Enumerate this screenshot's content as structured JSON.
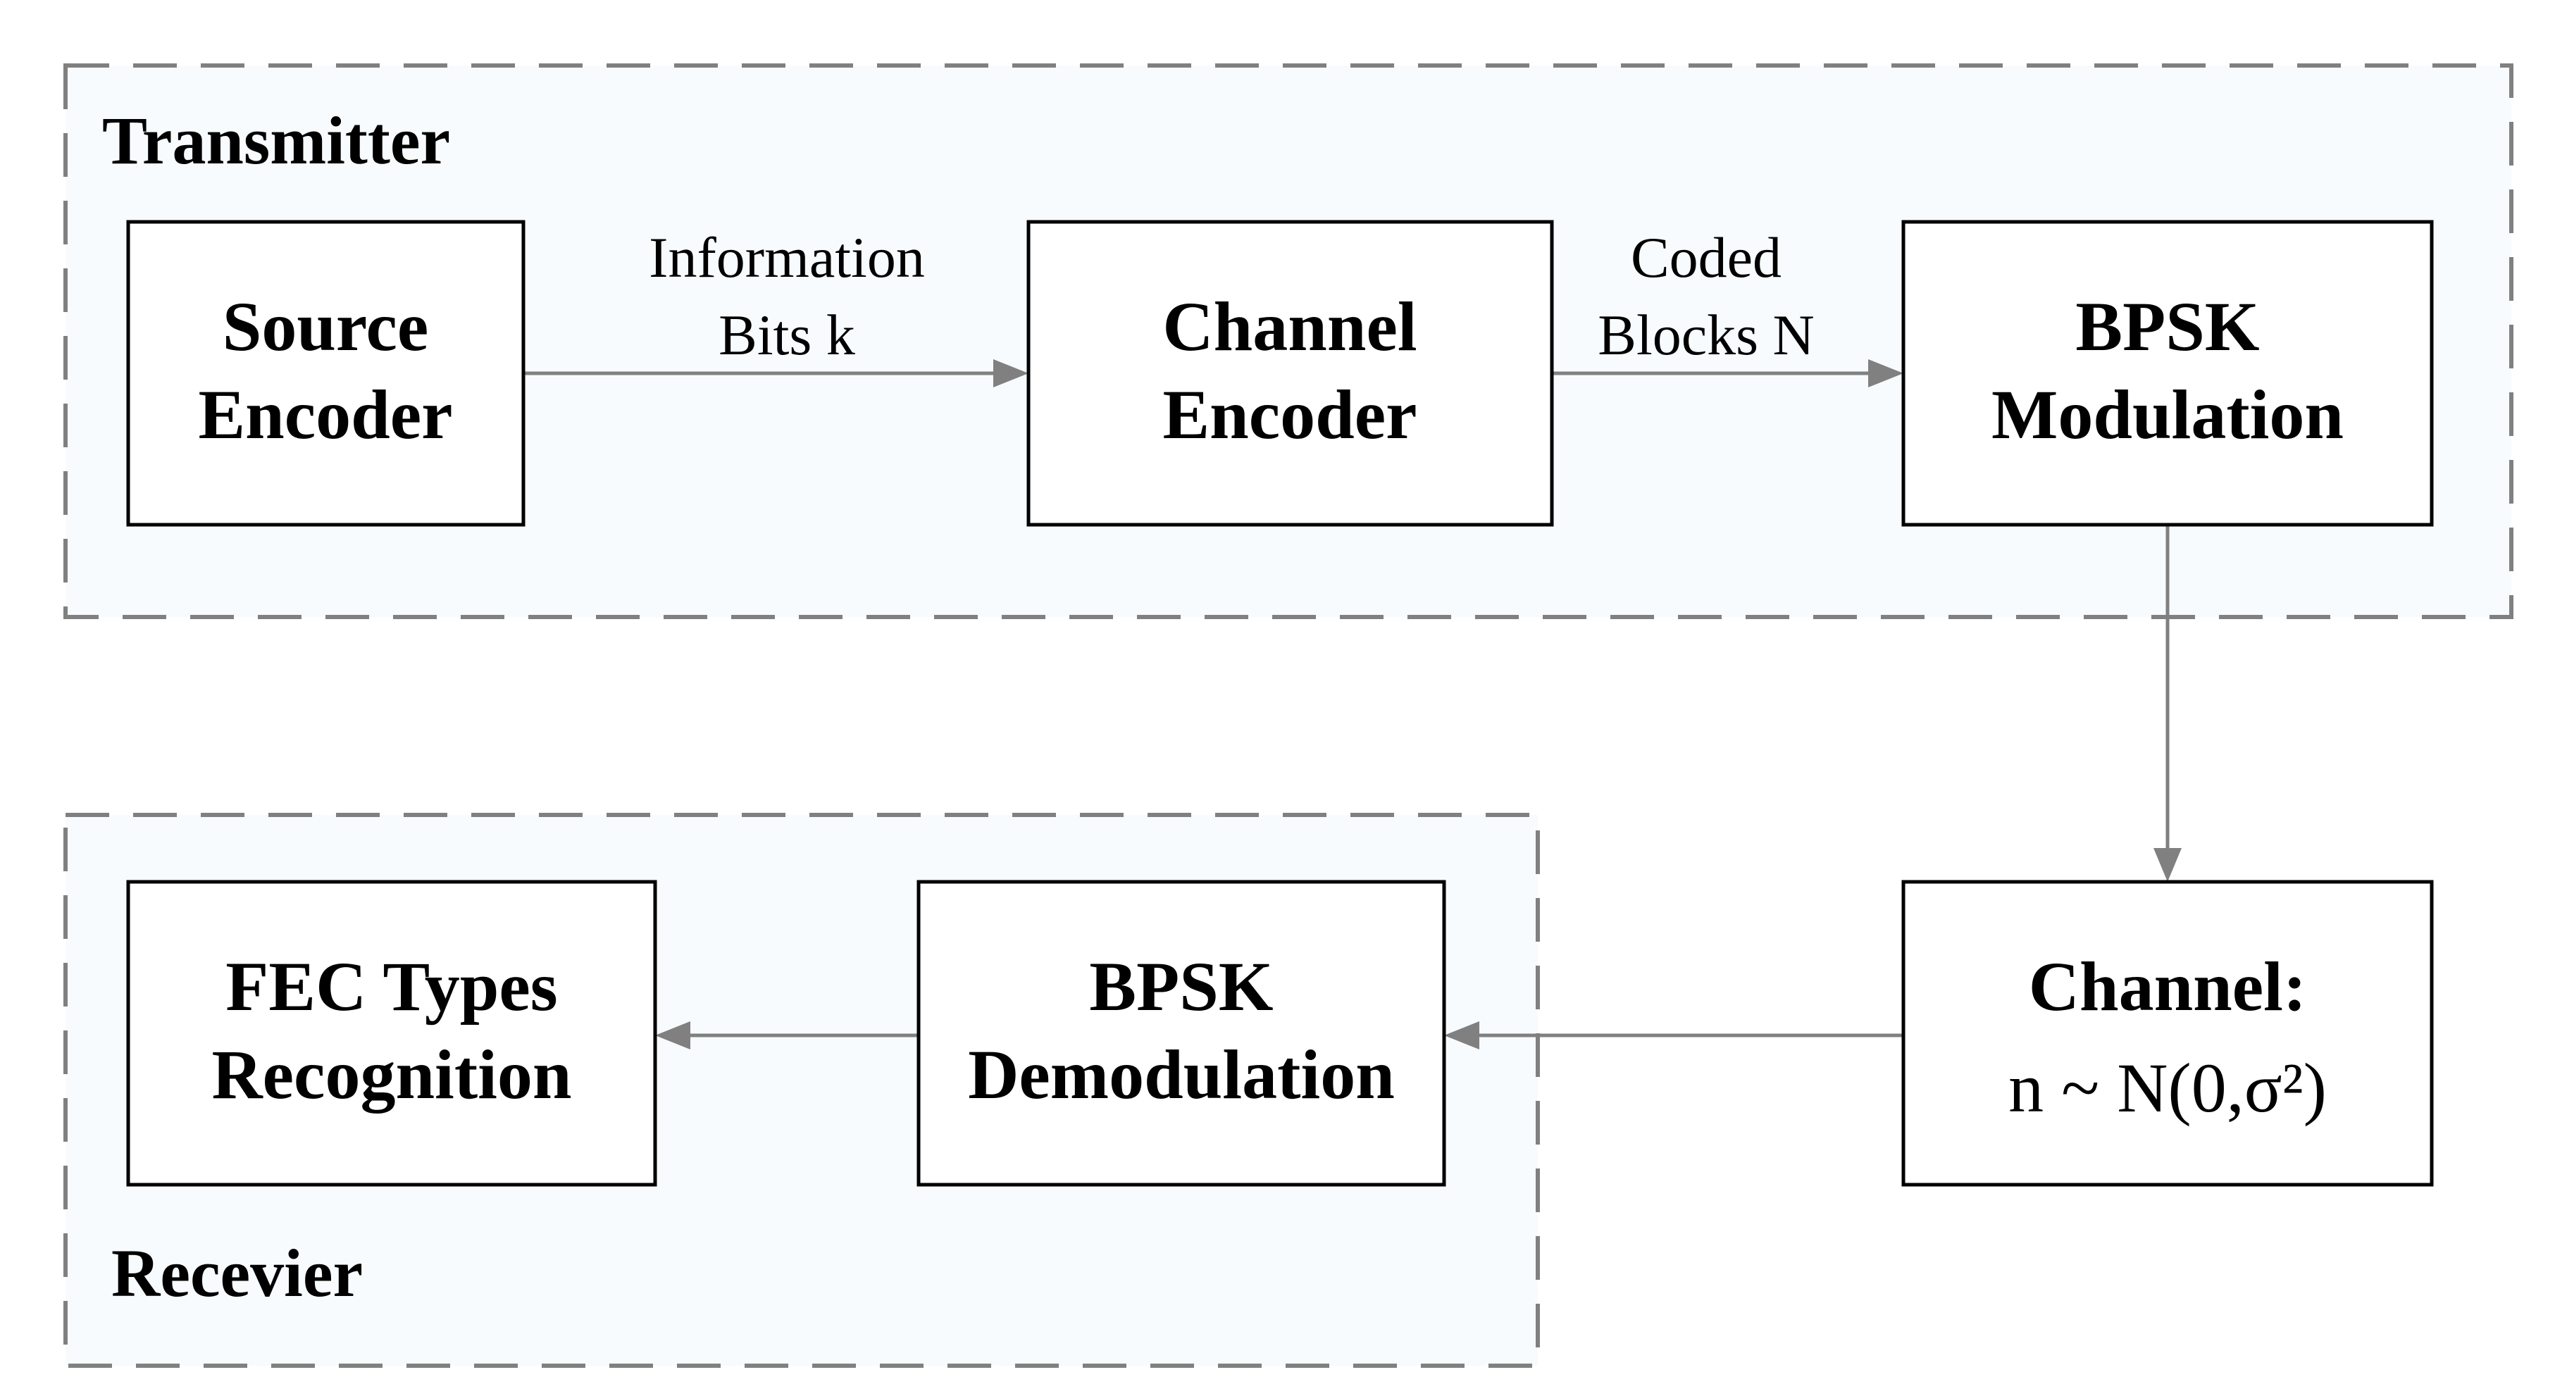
{
  "groups": {
    "transmitter": {
      "label": "Transmitter"
    },
    "receiver": {
      "label": "Recevier"
    }
  },
  "blocks": {
    "source_encoder": {
      "line1": "Source",
      "line2": "Encoder"
    },
    "channel_encoder": {
      "line1": "Channel",
      "line2": "Encoder"
    },
    "bpsk_modulation": {
      "line1": "BPSK",
      "line2": "Modulation"
    },
    "channel": {
      "line1": "Channel:",
      "formula": "n ~ N(0,σ²)"
    },
    "bpsk_demodulation": {
      "line1": "BPSK",
      "line2": "Demodulation"
    },
    "fec_recognition": {
      "line1": "FEC Types",
      "line2": "Recognition"
    }
  },
  "edges": {
    "info_bits": {
      "line1": "Information",
      "line2": "Bits k"
    },
    "coded_blocks": {
      "line1": "Coded",
      "line2": "Blocks N"
    }
  },
  "colors": {
    "frame_stroke": "#808080",
    "frame_fill": "#f7fbfd",
    "arrow": "#808080",
    "block_stroke": "#000000"
  }
}
